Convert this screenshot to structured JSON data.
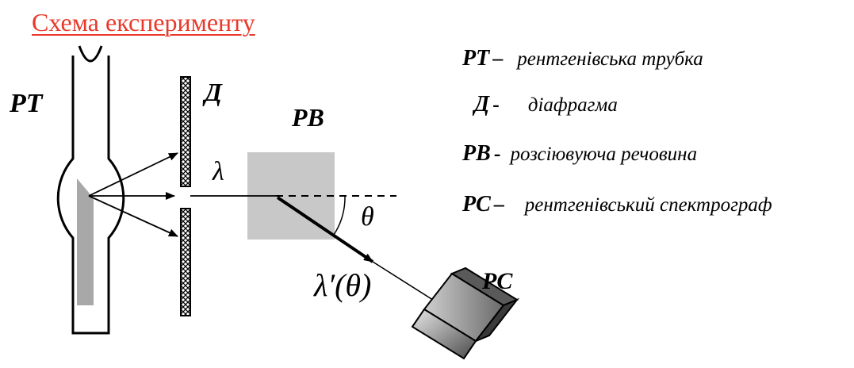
{
  "title": "Схема експерименту",
  "diagram": {
    "labels": {
      "tube": "РТ",
      "diaphragm": "Д",
      "scatterer": "РВ",
      "spectrograph": "РС",
      "incident_wavelength": "λ",
      "scattered_wavelength": "λ′(θ)",
      "angle": "θ"
    },
    "colors": {
      "title": "#e8392b",
      "scatterer_fill": "#c8c8c8",
      "anode_fill": "#a8a8a8",
      "lines": "#000000"
    }
  },
  "legend": [
    {
      "abbr": "РТ",
      "dash": "–",
      "desc": "рентгенівська трубка"
    },
    {
      "abbr": "Д",
      "dash": "-",
      "desc": "діафрагма"
    },
    {
      "abbr": "РВ",
      "dash": "-",
      "desc": "розсіювуюча речовина"
    },
    {
      "abbr": "РС",
      "dash": "–",
      "desc": "рентгенівський спектрограф"
    }
  ]
}
